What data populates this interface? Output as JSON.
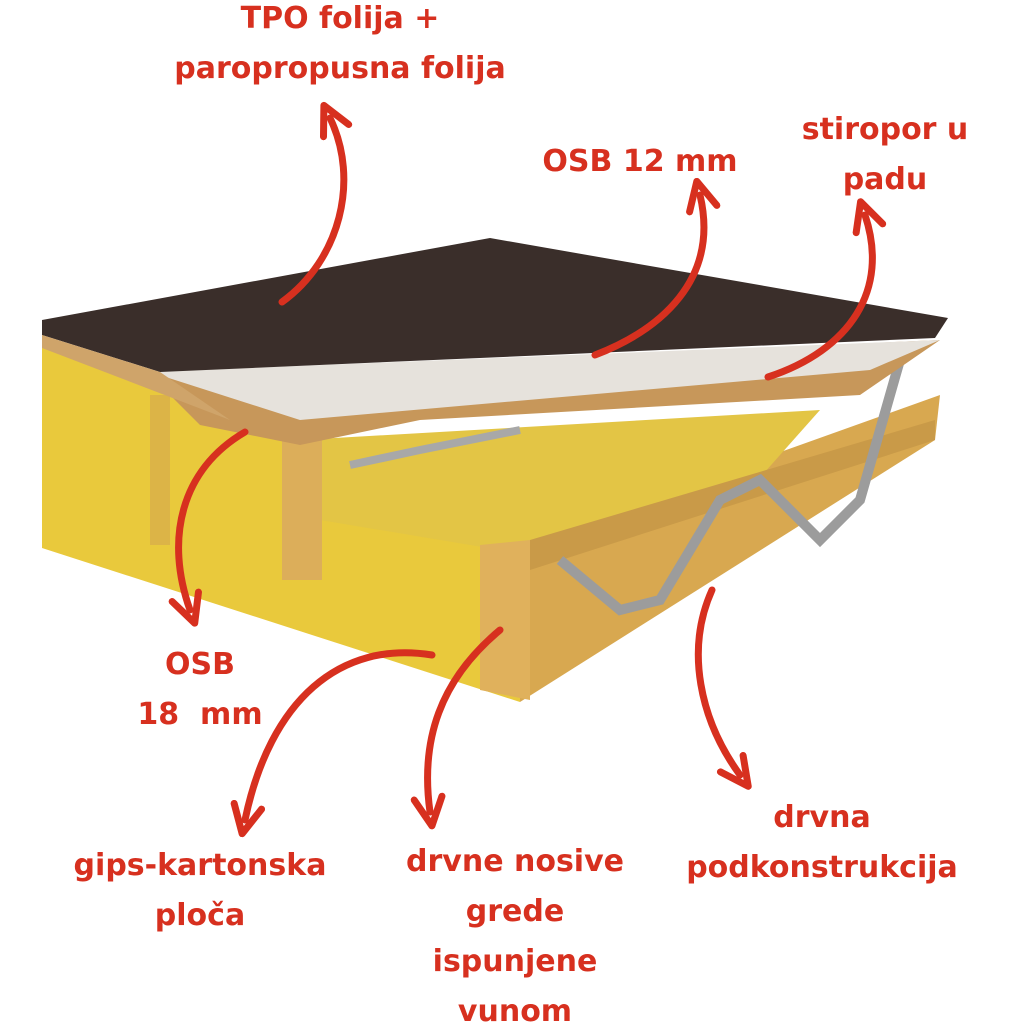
{
  "colors": {
    "accent": "#d7301f",
    "membrane": "#3a2e2a",
    "osb": "#c9995a",
    "insulation": "#e8c93a",
    "wood": "#e2b25a",
    "eps": "#e6e2dc",
    "steel": "#a9a9a9"
  },
  "labels": {
    "tpo": [
      "TPO folija +",
      "paropropusna folija"
    ],
    "osb12": [
      "OSB 12 mm"
    ],
    "eps": [
      "stiropor u",
      "padu"
    ],
    "osb18": [
      "OSB",
      "18  mm"
    ],
    "gips": [
      "gips-kartonska",
      "ploča"
    ],
    "beams": [
      "drvne nosive",
      "grede",
      "ispunjene",
      "vunom"
    ],
    "substructure": [
      "drvna",
      "podkonstrukcija"
    ]
  }
}
